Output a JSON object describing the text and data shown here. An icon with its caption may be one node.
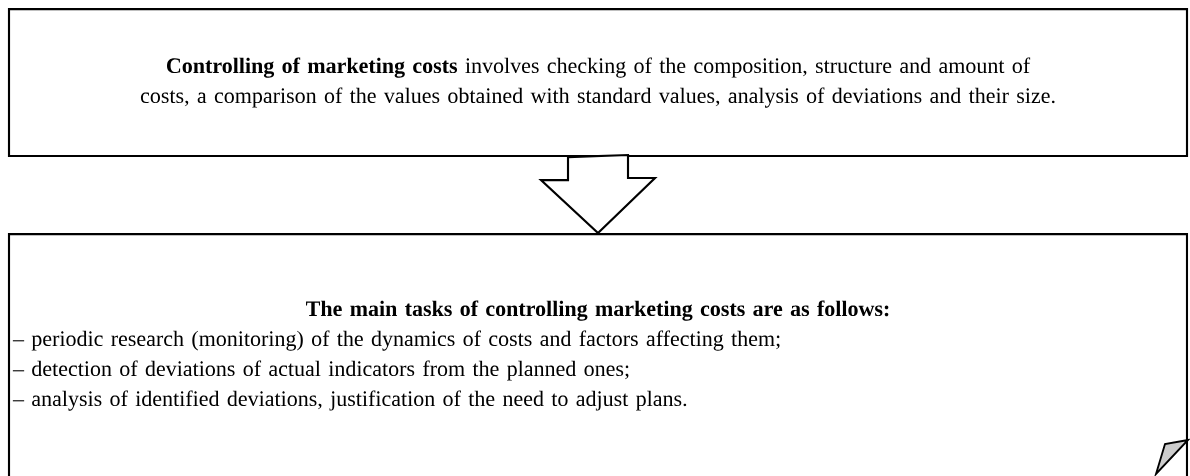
{
  "diagram": {
    "nodes": [
      {
        "text": [
          "**Controlling of marketing costs** involves checking of the composition, structure and amount of costs, a comparison of the values obtained with standard values, analysis of deviations and their size."
        ]
      },
      {
        "text": [
          "The main tasks of controlling marketing costs are as follows:",
          "– periodic research (monitoring) of the dynamics of costs and factors affecting them;",
          "– detection of deviations of actual indicators from the planned ones;",
          "– analysis of identified deviations, justification of the need to adjust plans."
        ]
      }
    ],
    "edges": [
      {
        "from": 0,
        "to": 1,
        "arrow": "to"
      }
    ]
  }
}
